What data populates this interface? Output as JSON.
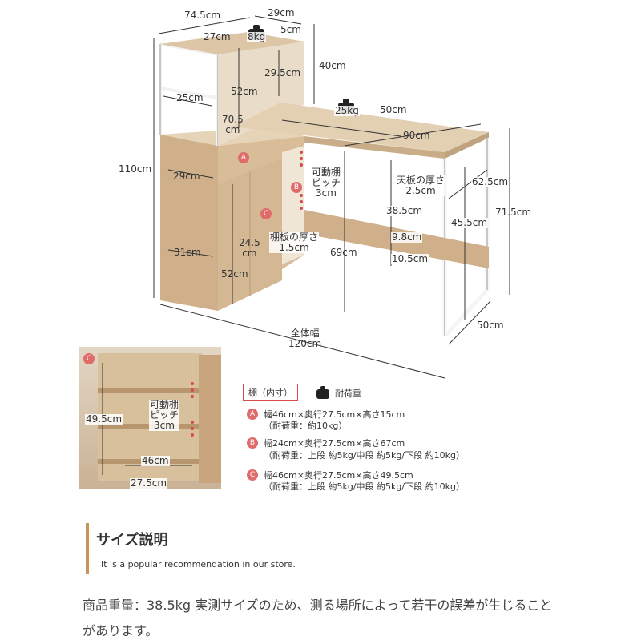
{
  "dimensions": {
    "shelf_width": "74.5cm",
    "shelf_depth_top": "29cm",
    "top_inner_width": "27cm",
    "top_weight": "8kg",
    "top_gap": "5cm",
    "upper_height": "40cm",
    "upper_shelf_h": "29.5cm",
    "left_shelf_w": "25cm",
    "shelf_height_52": "52cm",
    "inner_70": "70.5\ncm",
    "desk_weight": "25kg",
    "desk_depth": "50cm",
    "desk_width": "90cm",
    "total_height": "110cm",
    "cab_depth_29": "29cm",
    "cab_depth_31": "31cm",
    "cab_inner_24": "24.5\ncm",
    "cab_height_52": "52cm",
    "movable_pitch": "可動棚\nピッチ\n3cm",
    "board_thickness_label": "棚板の厚さ\n1.5cm",
    "desk_thickness": "天板の厚さ\n2.5cm",
    "clear_38": "38.5cm",
    "clear_9": "9.8cm",
    "clear_10": "10.5cm",
    "leg_69": "69cm",
    "leg_62": "62.5cm",
    "leg_45": "45.5cm",
    "total_71": "71.5cm",
    "base_depth": "50cm",
    "total_width": "全体幅\n120cm",
    "marker_a": "A",
    "marker_b": "B",
    "marker_c": "C"
  },
  "photo": {
    "marker_c": "C",
    "h_49": "49.5cm",
    "pitch": "可動棚\nピッチ\n3cm",
    "w_46": "46cm",
    "d_27": "27.5cm"
  },
  "legend": {
    "shelf_header": "棚（内寸）",
    "weight_header": "耐荷重",
    "items": [
      {
        "marker": "A",
        "line1": "幅46cm×奥行27.5cm×高さ15cm",
        "line2": "（耐荷重：約10kg）"
      },
      {
        "marker": "B",
        "line1": "幅24cm×奥行27.5cm×高さ67cm",
        "line2": "（耐荷重：上段 約5kg/中段 約5kg/下段 約10kg）"
      },
      {
        "marker": "C",
        "line1": "幅46cm×奥行27.5cm×高さ49.5cm",
        "line2": "（耐荷重：上段 約5kg/中段 約5kg/下段 約10kg）"
      }
    ]
  },
  "section": {
    "title": "サイズ説明",
    "subtitle": "It is a popular recommendation in our store."
  },
  "note": "商品重量：38.5kg 実測サイズのため、測る場所によって若干の誤差が生じることがあります。",
  "colors": {
    "accent": "#c9945c",
    "marker": "#e06b6b",
    "wood": "#d9c2a3"
  }
}
